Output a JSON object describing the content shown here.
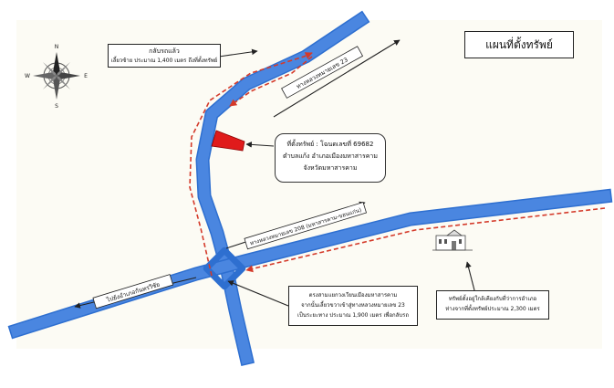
{
  "title": "แผนที่ตั้งทรัพย์",
  "compass": {
    "n": "N",
    "s": "S",
    "e": "E",
    "w": "W"
  },
  "callouts": {
    "turn_note": {
      "line1": "กลับรถแล้ว",
      "line2": "เลี้ยวซ้าย ประมาณ 1,400 เมตร ถึงที่ตั้งทรัพย์"
    },
    "property_note": {
      "line1": "ที่ตั้งทรัพย์ : โฉนดเลขที่ 69682",
      "line2": "ตำบลแก้ง อำเภอเมืองมหาสารคาม",
      "line3": "จังหวัดมหาสารคาม"
    },
    "junction_note": {
      "line1": "ตรงสามแยกวงเวียนเมืองมหาสารคาม",
      "line2": "จากนั้นเลี้ยวขวาเข้าสู่ทางหลวงหมายเลข 23",
      "line3": "เป็นระยะทาง ประมาณ 1,900 เมตร เพื่อกลับรถ"
    },
    "landmark_note": {
      "line1": "ทรัพย์ตั้งอยู่ใกล้เคียงกับที่ว่าการอำเภอ",
      "line2": "ห่างจากที่ตั้งทรัพย์ประมาณ 2,300 เมตร"
    }
  },
  "road_labels": {
    "highway23": "ทางหลวงหมายเลข 23",
    "highway208": "ทางหลวงหมายเลข 208 (มหาสารคาม-ขอนแก่น)",
    "to_khonkaen": "ไปยังอำเภอกันทรวิชัย"
  },
  "colors": {
    "road": "#4a86e0",
    "road_edge": "#2e6fd0",
    "route": "#d43a2a",
    "property": "#e01b1b",
    "paper": "#fcfbf4"
  }
}
